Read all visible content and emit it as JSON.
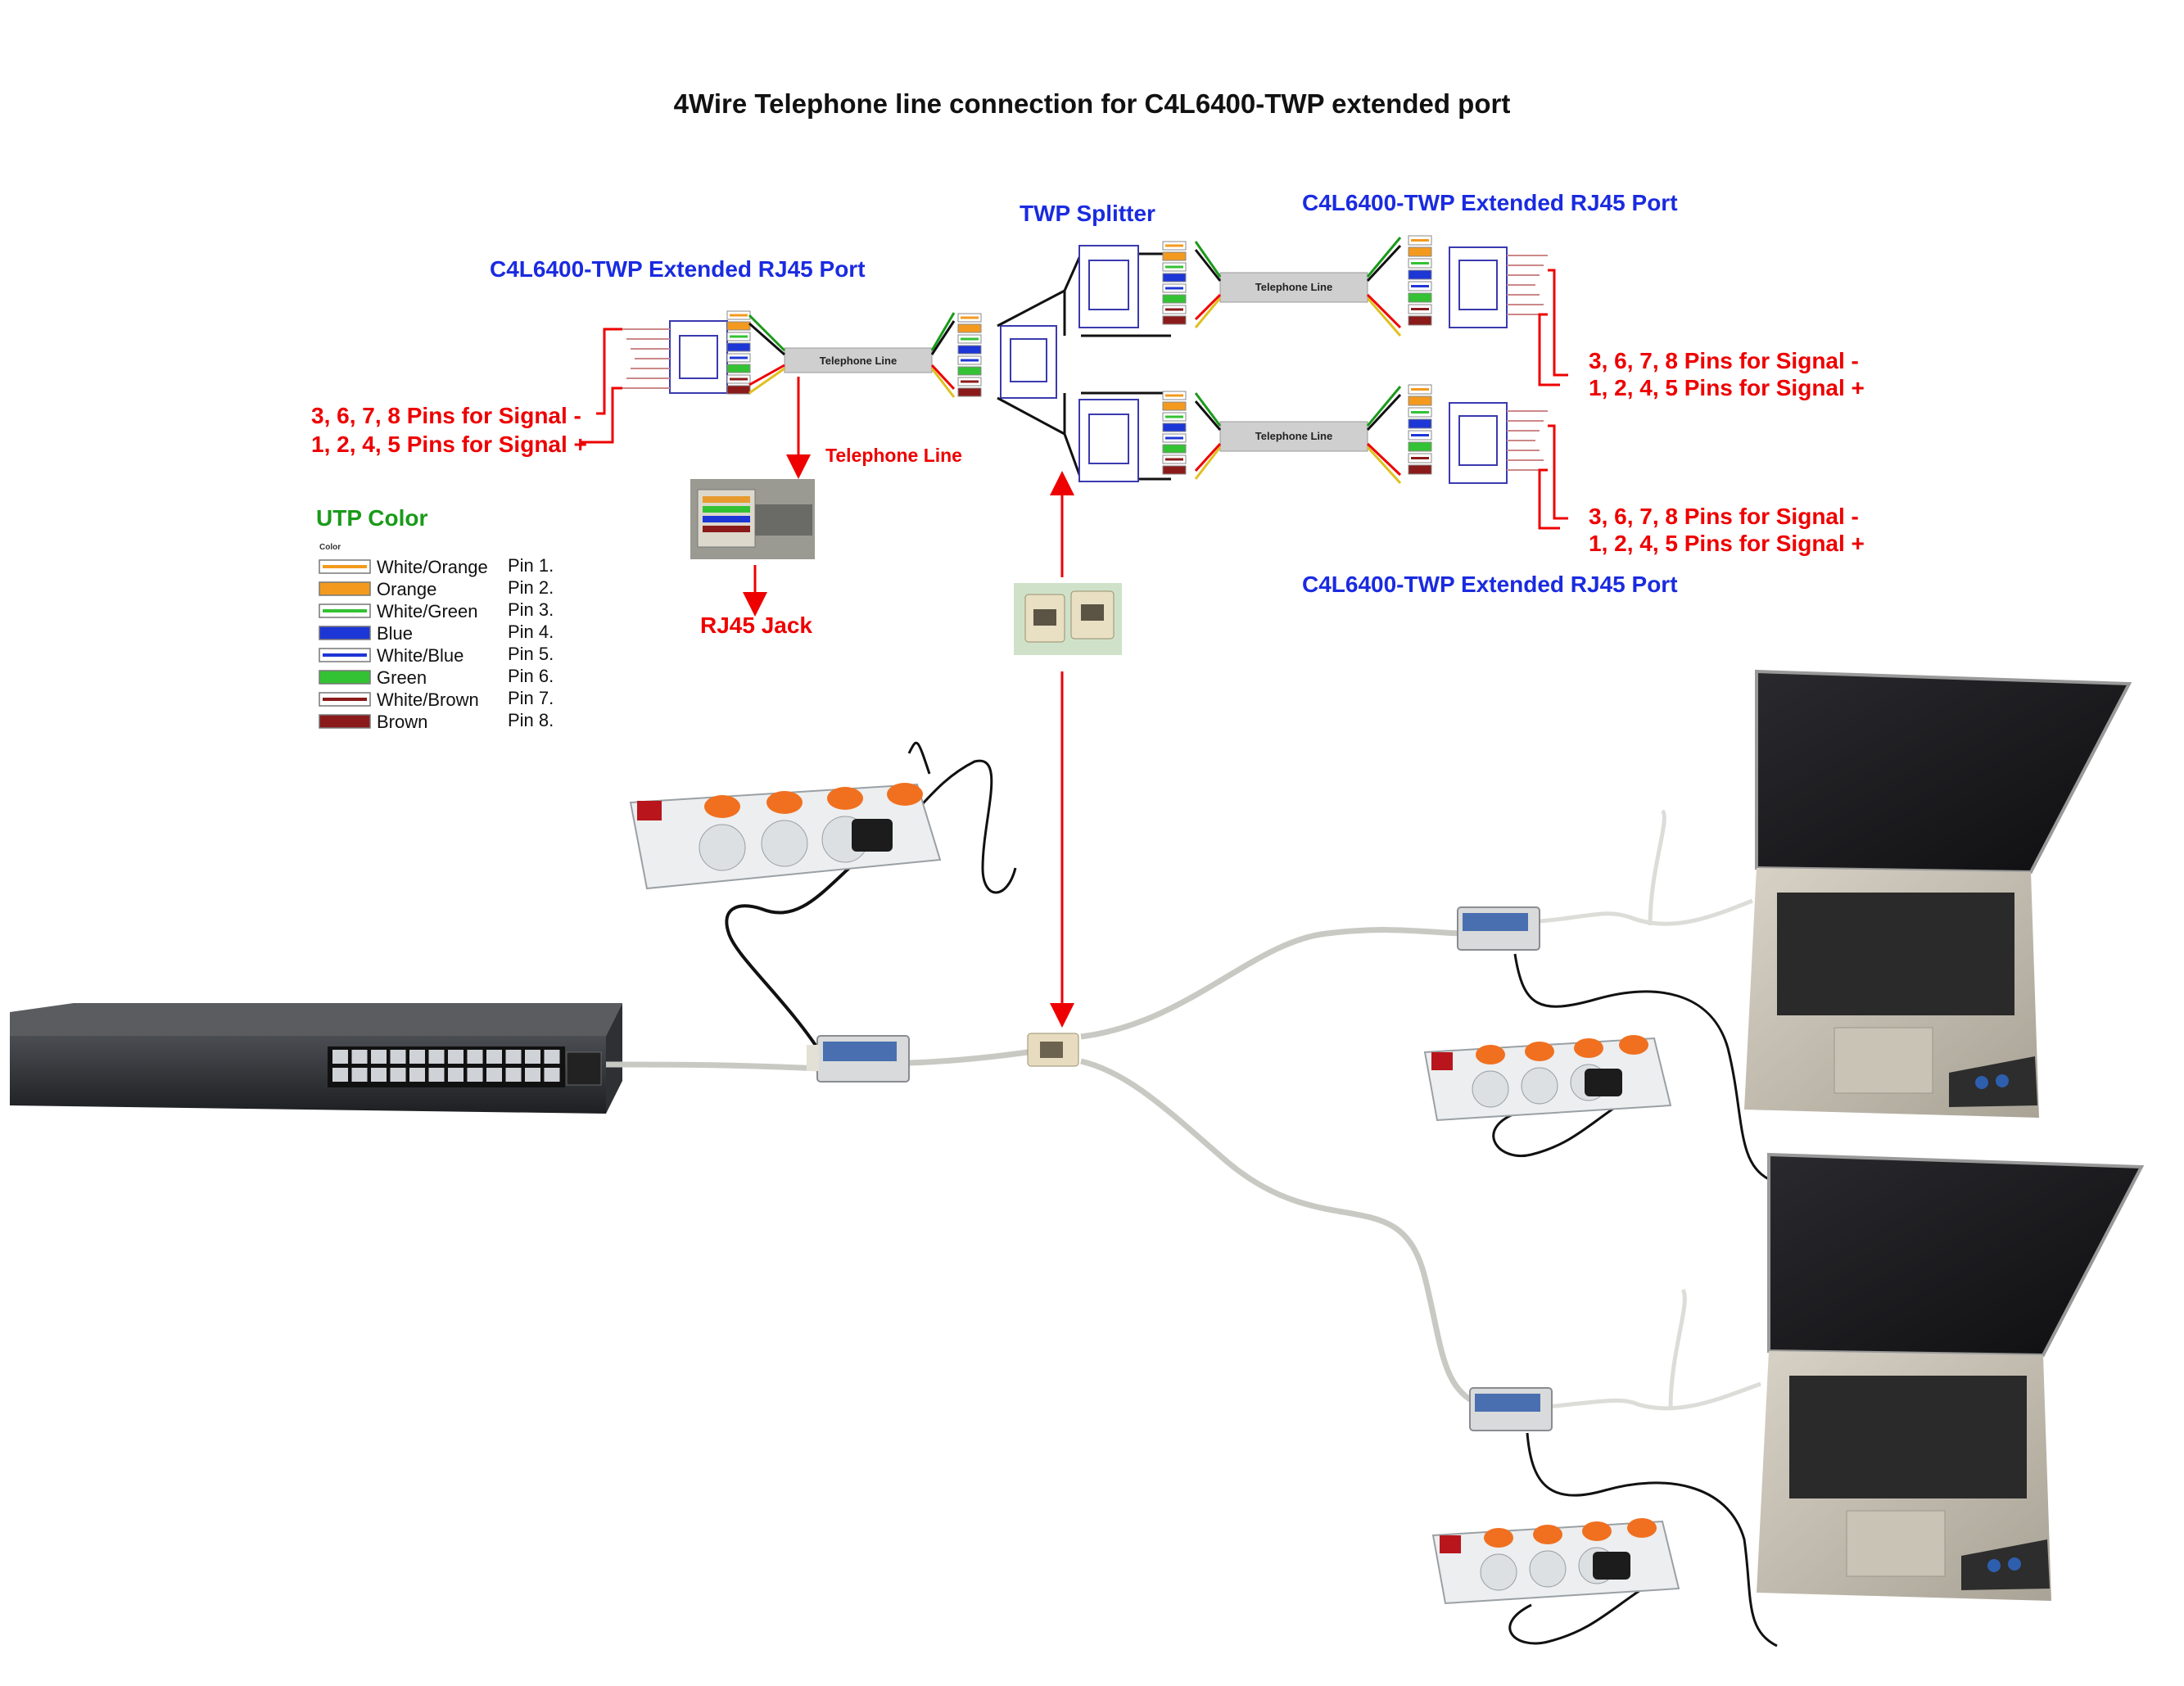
{
  "title": "4Wire Telephone line connection for C4L6400-TWP extended port",
  "labels": {
    "port_left": "C4L6400-TWP Extended RJ45 Port",
    "port_top_right": "C4L6400-TWP Extended RJ45 Port",
    "port_bottom_right": "C4L6400-TWP Extended RJ45 Port",
    "splitter": "TWP Splitter",
    "telephone_line_box": "Telephone Line",
    "telephone_line_red": "Telephone Line",
    "rj45_jack": "RJ45 Jack",
    "signal_minus": "3, 6, 7, 8 Pins for Signal -",
    "signal_plus": "1, 2, 4, 5 Pins for Signal +"
  },
  "legend": {
    "heading": "UTP Color",
    "sub_heading": "Color",
    "items": [
      {
        "name": "White/Orange",
        "pin": "Pin 1.",
        "color": "#f39a1e",
        "striped": true
      },
      {
        "name": "Orange",
        "pin": "Pin 2.",
        "color": "#f39a1e",
        "striped": false
      },
      {
        "name": "White/Green",
        "pin": "Pin 3.",
        "color": "#33c233",
        "striped": true
      },
      {
        "name": "Blue",
        "pin": "Pin 4.",
        "color": "#1d36d6",
        "striped": false
      },
      {
        "name": "White/Blue",
        "pin": "Pin 5.",
        "color": "#1d36d6",
        "striped": true
      },
      {
        "name": "Green",
        "pin": "Pin 6.",
        "color": "#33c233",
        "striped": false
      },
      {
        "name": "White/Brown",
        "pin": "Pin 7.",
        "color": "#8b1a1a",
        "striped": true
      },
      {
        "name": "Brown",
        "pin": "Pin 8.",
        "color": "#8b1a1a",
        "striped": false
      }
    ]
  },
  "colors": {
    "label_blue": "#1a2be0",
    "label_red": "#e00000",
    "label_green": "#1a9a1a",
    "arrow": "#e00000"
  }
}
